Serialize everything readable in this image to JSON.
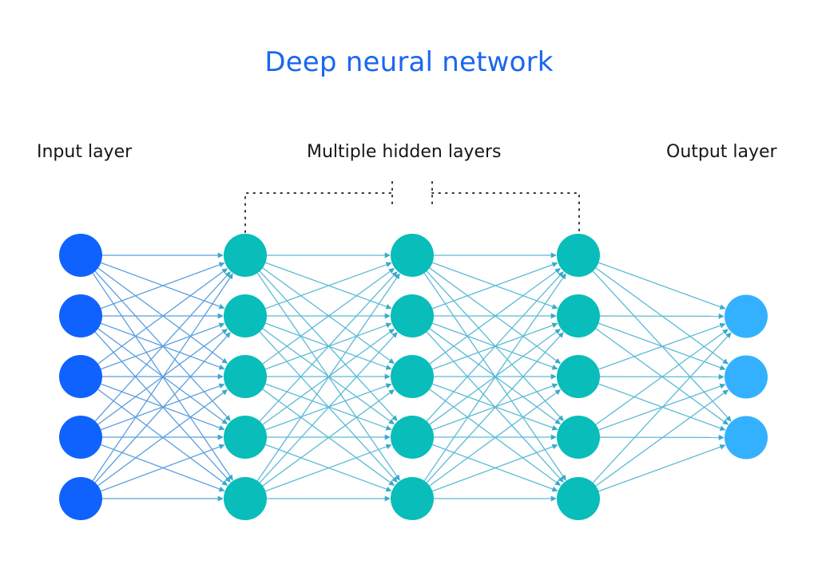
{
  "title": "Deep neural network",
  "labels": {
    "input": "Input layer",
    "hidden": "Multiple hidden layers",
    "output": "Output layer"
  },
  "layers": [
    {
      "name": "input",
      "role": "input",
      "nodes": 5,
      "color": "#0f62fe"
    },
    {
      "name": "hidden-1",
      "role": "hidden",
      "nodes": 5,
      "color": "#08bdba"
    },
    {
      "name": "hidden-2",
      "role": "hidden",
      "nodes": 5,
      "color": "#08bdba"
    },
    {
      "name": "hidden-3",
      "role": "hidden",
      "nodes": 5,
      "color": "#08bdba"
    },
    {
      "name": "output",
      "role": "output",
      "nodes": 3,
      "color": "#33b1ff"
    }
  ],
  "connectivity": "fully-connected",
  "edge_color": "#5bbad6",
  "bracket_color": "#333333"
}
